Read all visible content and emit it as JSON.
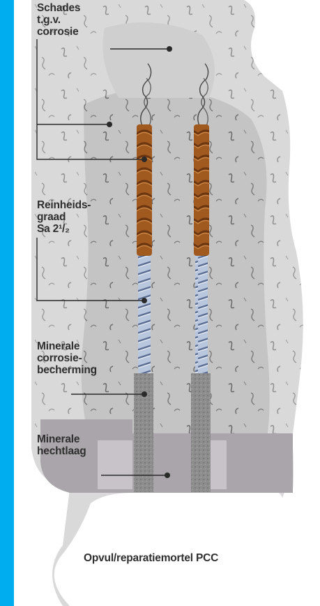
{
  "labels": {
    "damage": "Schades\nt.g.v.\ncorrosie",
    "cleanliness": "Reinheids-\ngraad\nSa 2¹/₂",
    "corrosion_protection": "Minerale\ncorrosie-\nbecherming",
    "bonding_layer": "Minerale\nhechtlaag",
    "repair_mortar": "Opvul/reparatiemortel PCC"
  },
  "colors": {
    "frame": "#00adef",
    "concrete": "#bdbdbd",
    "rust": "#a0591f",
    "clean_steel": "#9fb3d1",
    "mineral_coat": "#8f8f8f",
    "bond_layer": "#a9a4ab",
    "mortar": "#ffffff"
  }
}
